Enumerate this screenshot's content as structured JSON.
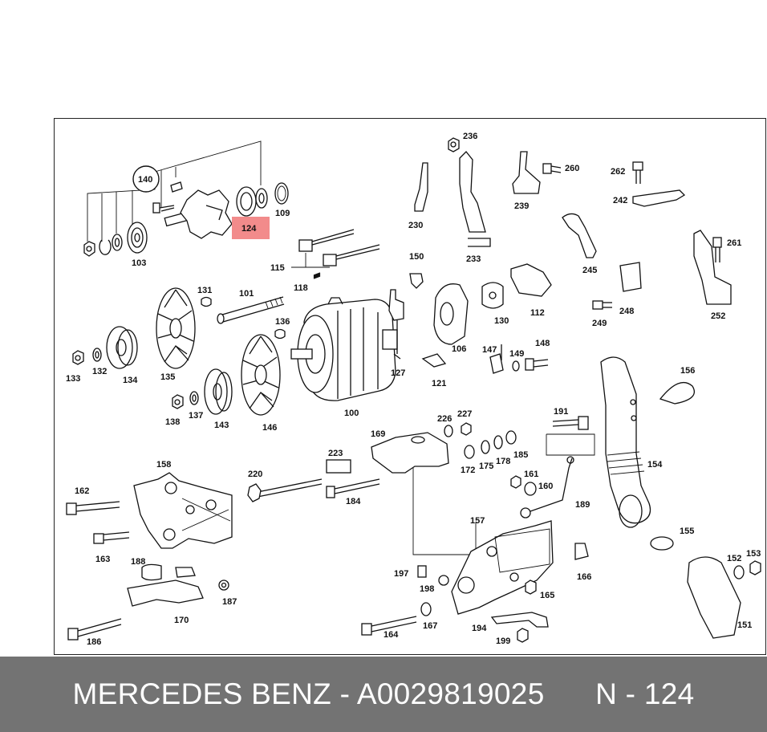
{
  "highlight_color": "#f28b8b",
  "highlight_label": "124",
  "labels": [
    "140",
    "109",
    "103",
    "115",
    "118",
    "131",
    "101",
    "136",
    "133",
    "132",
    "134",
    "135",
    "138",
    "137",
    "143",
    "146",
    "100",
    "236",
    "230",
    "233",
    "260",
    "239",
    "262",
    "242",
    "245",
    "150",
    "130",
    "106",
    "112",
    "248",
    "249",
    "261",
    "252",
    "127",
    "121",
    "147",
    "149",
    "148",
    "156",
    "191",
    "226",
    "227",
    "169",
    "172",
    "175",
    "178",
    "185",
    "161",
    "160",
    "154",
    "223",
    "220",
    "184",
    "158",
    "162",
    "163",
    "188",
    "170",
    "187",
    "186",
    "157",
    "197",
    "198",
    "189",
    "155",
    "152",
    "153",
    "166",
    "165",
    "194",
    "199",
    "164",
    "167",
    "151"
  ],
  "footer": {
    "brand": "MERCEDES BENZ",
    "separator": "-",
    "part_number": "A0029819025",
    "position_code": "N - 124"
  }
}
